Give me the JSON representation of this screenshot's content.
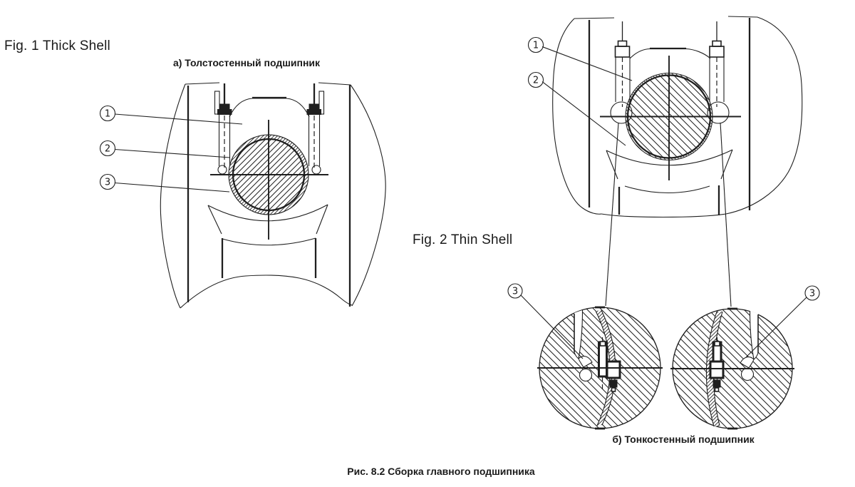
{
  "figure1": {
    "title": "Fig. 1 Thick Shell",
    "caption": "а) Толстостенный подшипник",
    "callouts": [
      "1",
      "2",
      "3"
    ]
  },
  "figure2": {
    "title": "Fig. 2 Thin Shell",
    "caption": "б) Тонкостенный подшипник",
    "callouts": [
      "1",
      "2",
      "3",
      "3"
    ]
  },
  "main_caption": "Рис. 8.2 Сборка главного подшипника",
  "colors": {
    "line": "#1f1f1f",
    "background": "#ffffff",
    "text": "#1a1a1a"
  }
}
